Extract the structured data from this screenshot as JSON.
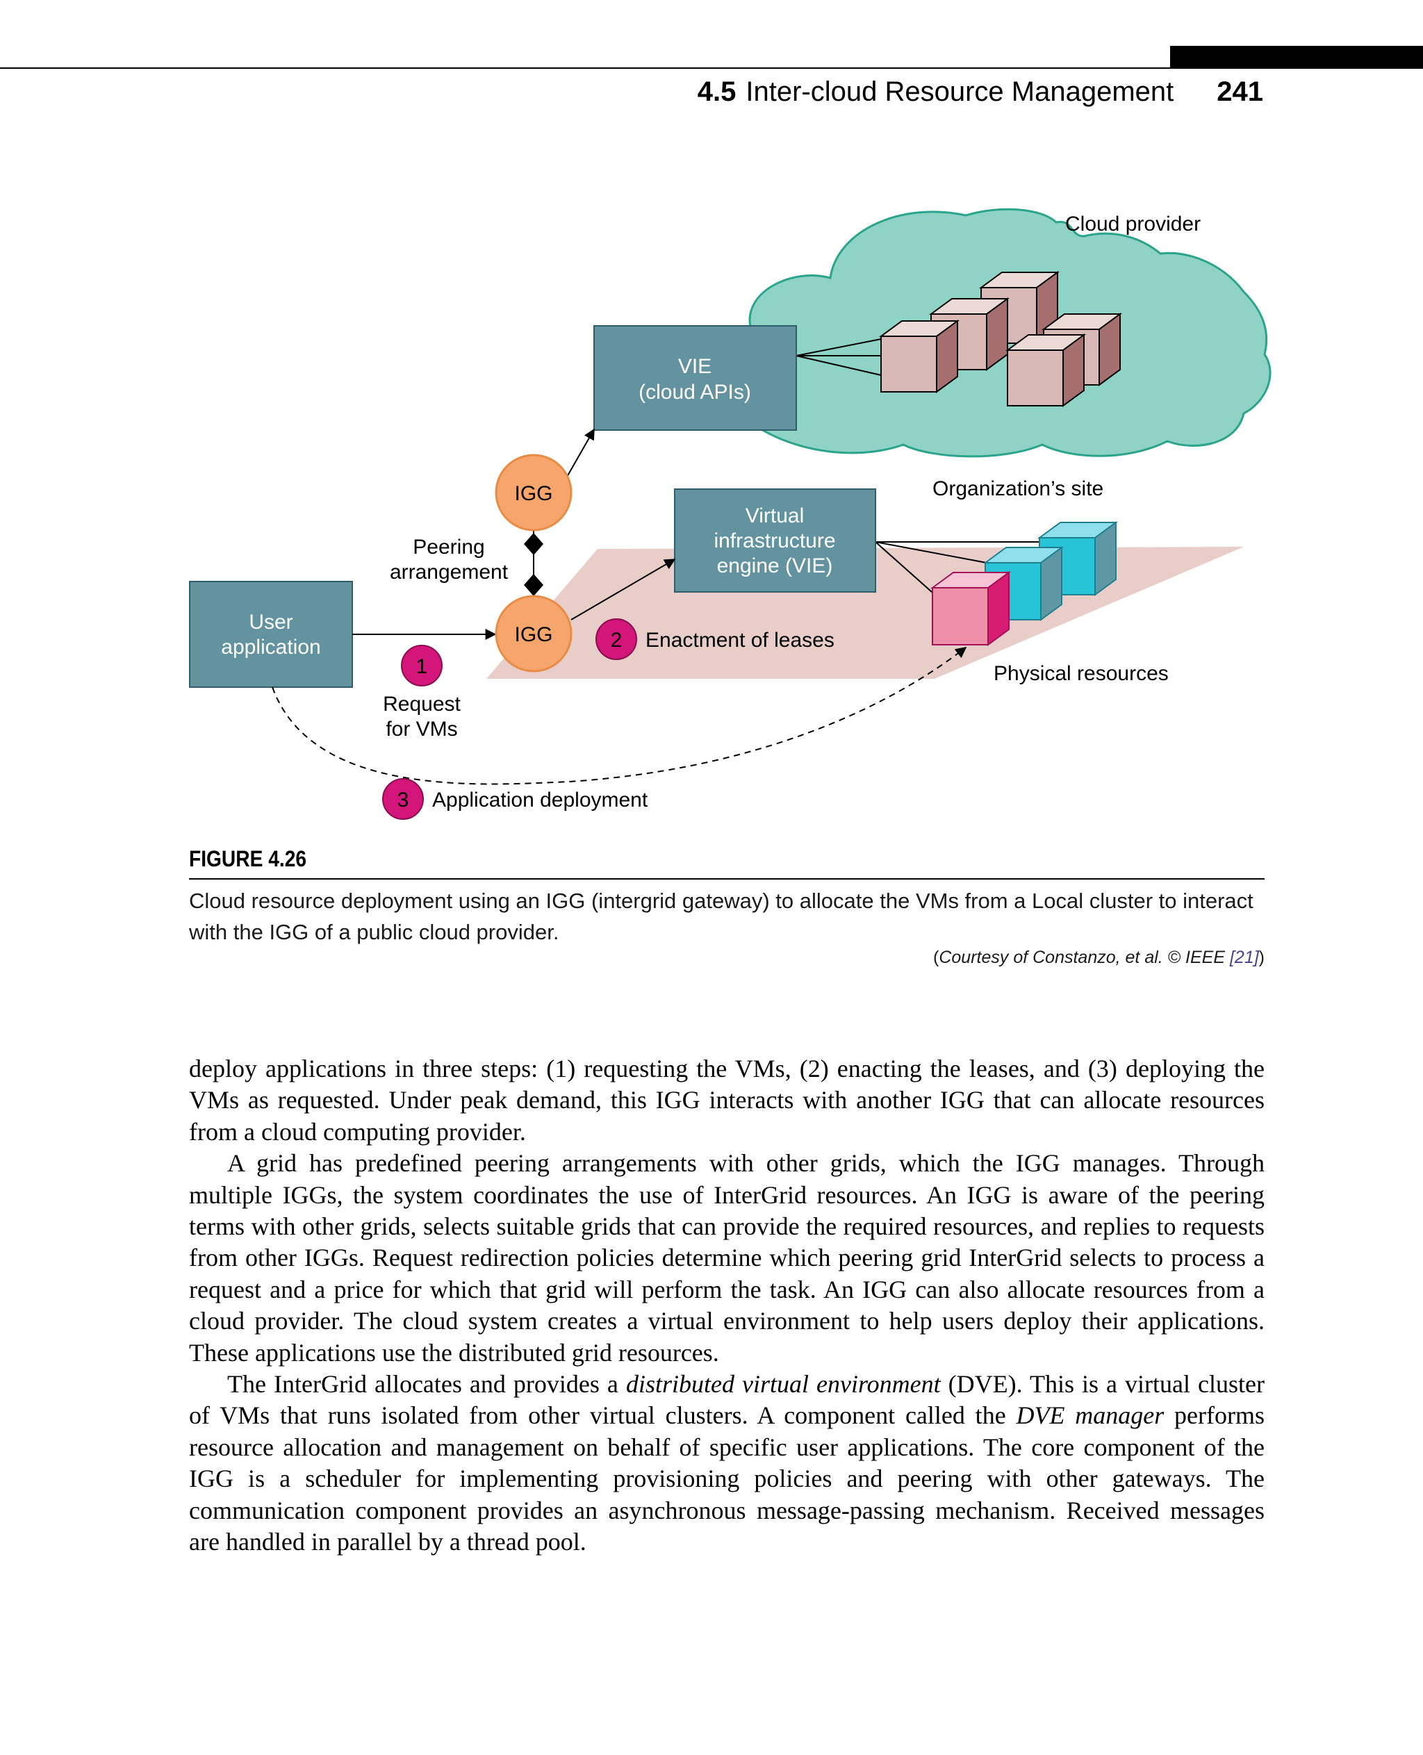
{
  "header": {
    "section_number": "4.5",
    "section_title": "Inter-cloud Resource Management",
    "page_number": "241"
  },
  "figure": {
    "cloud_label": "Cloud provider",
    "vie_cloud_line1": "VIE",
    "vie_cloud_line2": "(cloud APIs)",
    "igg_top": "IGG",
    "igg_bottom": "IGG",
    "peering_line1": "Peering",
    "peering_line2": "arrangement",
    "org_site_label": "Organization’s site",
    "vie_local_line1": "Virtual",
    "vie_local_line2": "infrastructure",
    "vie_local_line3": "engine (VIE)",
    "user_app_line1": "User",
    "user_app_line2": "application",
    "step1_num": "1",
    "step1_line1": "Request",
    "step1_line2": "for VMs",
    "step2_num": "2",
    "step2_label": "Enactment of leases",
    "step3_num": "3",
    "step3_label": "Application deployment",
    "physical_resources_label": "Physical resources",
    "colors": {
      "cloud_fill": "#8fd3c6",
      "cloud_stroke": "#2aa48b",
      "box_fill": "#62939f",
      "box_stroke": "#2f5e6a",
      "igg_fill": "#f6a66d",
      "igg_stroke": "#e88b45",
      "step_fill": "#d4157a",
      "site_fill": "#e8cdc8",
      "cube_cloud_front": "#d8b9b5",
      "cube_cloud_side": "#a66f6f",
      "cube_cyan": "#29c3d8",
      "cube_pink": "#d81b73"
    }
  },
  "figure_label": "FIGURE 4.26",
  "caption": "Cloud resource deployment using an IGG (intergrid gateway) to allocate the VMs from a Local cluster to interact with the IGG of a public cloud provider.",
  "credit": {
    "open": "(",
    "text": "Courtesy of Constanzo, et al. © IEEE ",
    "ref": "[21]",
    "close": ")"
  },
  "body": {
    "para1": "deploy applications in three steps: (1) requesting the VMs, (2) enacting the leases, and (3) deploying the VMs as requested. Under peak demand, this IGG interacts with another IGG that can allocate resources from a cloud computing provider.",
    "para2": "A grid has predefined peering arrangements with other grids, which the IGG manages. Through multiple IGGs, the system coordinates the use of InterGrid resources. An IGG is aware of the peering terms with other grids, selects suitable grids that can provide the required resources, and replies to requests from other IGGs. Request redirection policies determine which peering grid InterGrid selects to process a request and a price for which that grid will perform the task. An IGG can also allocate resources from a cloud provider. The cloud system creates a virtual environment to help users deploy their applications. These applications use the distributed grid resources.",
    "para3_a": "The InterGrid allocates and provides a ",
    "para3_em1": "distributed virtual environment",
    "para3_b": " (DVE). This is a virtual cluster of VMs that runs isolated from other virtual clusters. A component called the ",
    "para3_em2": "DVE manager",
    "para3_c": " performs resource allocation and management on behalf of specific user applications. The core component of the IGG is a scheduler for implementing provisioning policies and peering with other gateways. The communication component provides an asynchronous message-passing mechanism. Received messages are handled in parallel by a thread pool."
  }
}
